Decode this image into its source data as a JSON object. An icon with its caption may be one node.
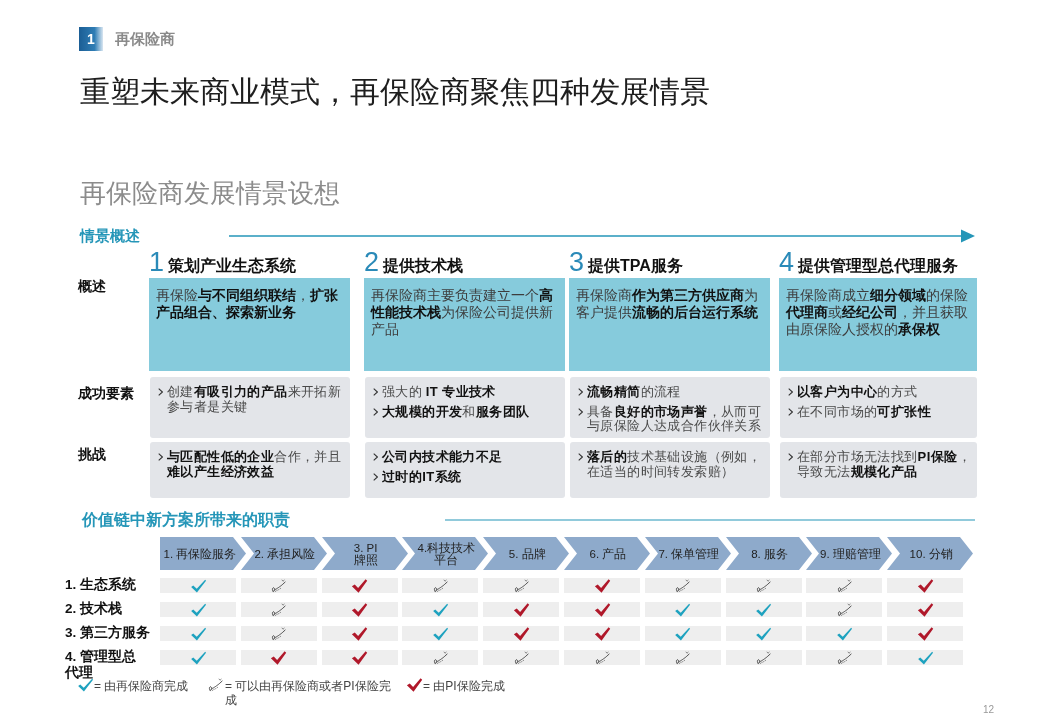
{
  "diagram": {
    "title": "重塑未来商业模式，再保险商聚焦四种发展情景",
    "nodes": [
      {
        "text": [
          "1"
        ],
        "beside": [
          "再保险商"
        ]
      },
      {
        "text": [
          "1",
          "策划产业生态系统",
          "再保险**与不同组织联结**，**扩张产品组合、探索新业务**"
        ]
      },
      {
        "text": [
          "2",
          "提供技术栈",
          "再保险商主要负责建立一个**高性能技术栈**为保险公司提供新产品"
        ]
      },
      {
        "text": [
          "3",
          "提供TPA服务",
          "再保险商**作为第三方供应商**为客户提供**流畅的后台运行系统**"
        ]
      },
      {
        "text": [
          "4",
          "提供管理型总代理服务",
          "再保险商成立**细分领域**的保险**代理商**或**经纪公司**，并且获取由原保险人授权的**承保权**"
        ]
      },
      {
        "text": [
          "创建**有吸引力的产品**来开拓新参与者是关键"
        ]
      },
      {
        "text": [
          "强大的 **IT 专业技术**",
          "**大规模的开发**和**服务团队**"
        ]
      },
      {
        "text": [
          "**流畅精简**的流程",
          "具备**良好的市场声誉**，从而可与原保险人达成合作伙伴关系"
        ]
      },
      {
        "text": [
          "**以客户为中心**的方式",
          "在不同市场的**可扩张性**"
        ]
      },
      {
        "text": [
          "**与匹配性低的企业**合作，并且**难以产生经济效益**"
        ]
      },
      {
        "text": [
          "公司内技术能力不足",
          "过时的IT系统"
        ]
      },
      {
        "text": [
          "**落后的**技术基础设施（例如，在适当的时间转发索赔）"
        ]
      },
      {
        "text": [
          "在部分市场无法找到**PI保险**，导致无法**规模化产品**"
        ]
      },
      {
        "text": [
          "1. 再保险服务"
        ]
      },
      {
        "text": [
          "2. 承担风险"
        ]
      },
      {
        "text": [
          "3. PI牌照"
        ]
      },
      {
        "text": [
          "4.科技技术平台"
        ]
      },
      {
        "text": [
          "5. 品牌"
        ]
      },
      {
        "text": [
          "6. 产品"
        ]
      },
      {
        "text": [
          "7. 保单管理"
        ]
      },
      {
        "text": [
          "8. 服务"
        ]
      },
      {
        "text": [
          "9. 理赔管理"
        ]
      },
      {
        "text": [
          "10. 分销"
        ]
      }
    ],
    "labels": [
      "再保险商发展情景设想",
      "情景概述",
      "概述",
      "成功要素",
      "挑战",
      "价值链中新方案所带来的职责",
      "1. 生态系统",
      "2. 技术栈",
      "3. 第三方服务",
      "4. 管理型总代理",
      "12"
    ],
    "legend": [
      {
        "text": "= 由再保险商完成"
      },
      {
        "text": "= 可以由再保险商或者PI保险完成"
      },
      {
        "text": "= 由PI保险完成"
      }
    ]
  }
}
